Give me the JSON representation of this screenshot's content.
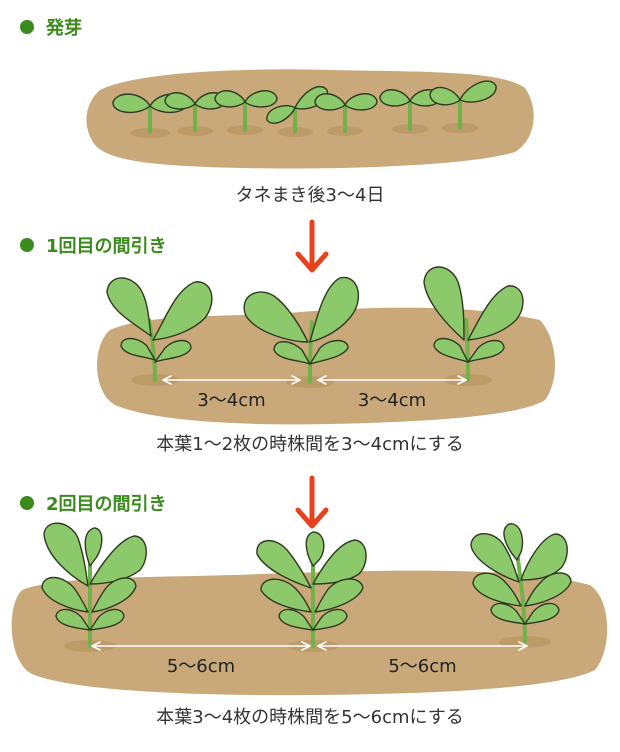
{
  "stages": [
    {
      "title": "発芽",
      "caption": "タネまき後3〜4日"
    },
    {
      "title": "1回目の間引き",
      "caption": "本葉1〜2枚の時株間を3〜4cmにする",
      "spacing": "3〜4cm"
    },
    {
      "title": "2回目の間引き",
      "caption": "本葉3〜4枚の時株間を5〜6cmにする",
      "spacing": "5〜6cm"
    }
  ],
  "colors": {
    "title": "#3a8a1e",
    "soil": "#c9a97a",
    "leaf": "#8cc96a",
    "stem": "#6fb24a",
    "arrow": "#e8421c"
  }
}
